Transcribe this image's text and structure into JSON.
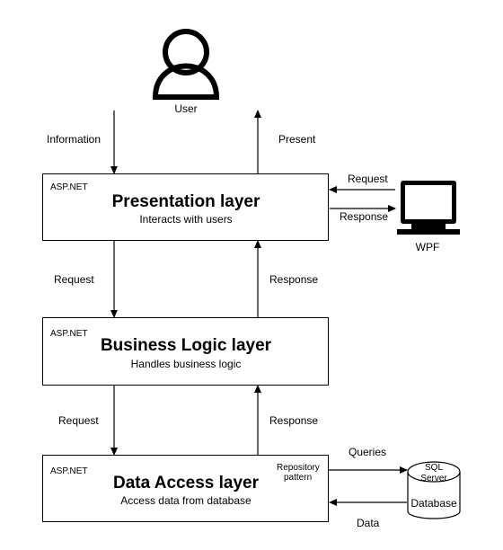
{
  "user": {
    "label": "User"
  },
  "wpf": {
    "label": "WPF"
  },
  "flows": {
    "information": "Information",
    "present": "Present",
    "wpf_request": "Request",
    "wpf_response": "Response",
    "pres_request": "Request",
    "pres_response": "Response",
    "biz_request": "Request",
    "biz_response": "Response",
    "queries": "Queries",
    "data": "Data"
  },
  "layers": {
    "presentation": {
      "tech": "ASP.NET",
      "title": "Presentation layer",
      "subtitle": "Interacts with users"
    },
    "business": {
      "tech": "ASP.NET",
      "title": "Business Logic layer",
      "subtitle": "Handles business logic"
    },
    "data_access": {
      "tech": "ASP.NET",
      "title": "Data Access layer",
      "subtitle": "Access data from database",
      "note_line1": "Repository",
      "note_line2": "pattern"
    }
  },
  "database": {
    "line1": "SQL",
    "line2": "Server",
    "label": "Database"
  }
}
